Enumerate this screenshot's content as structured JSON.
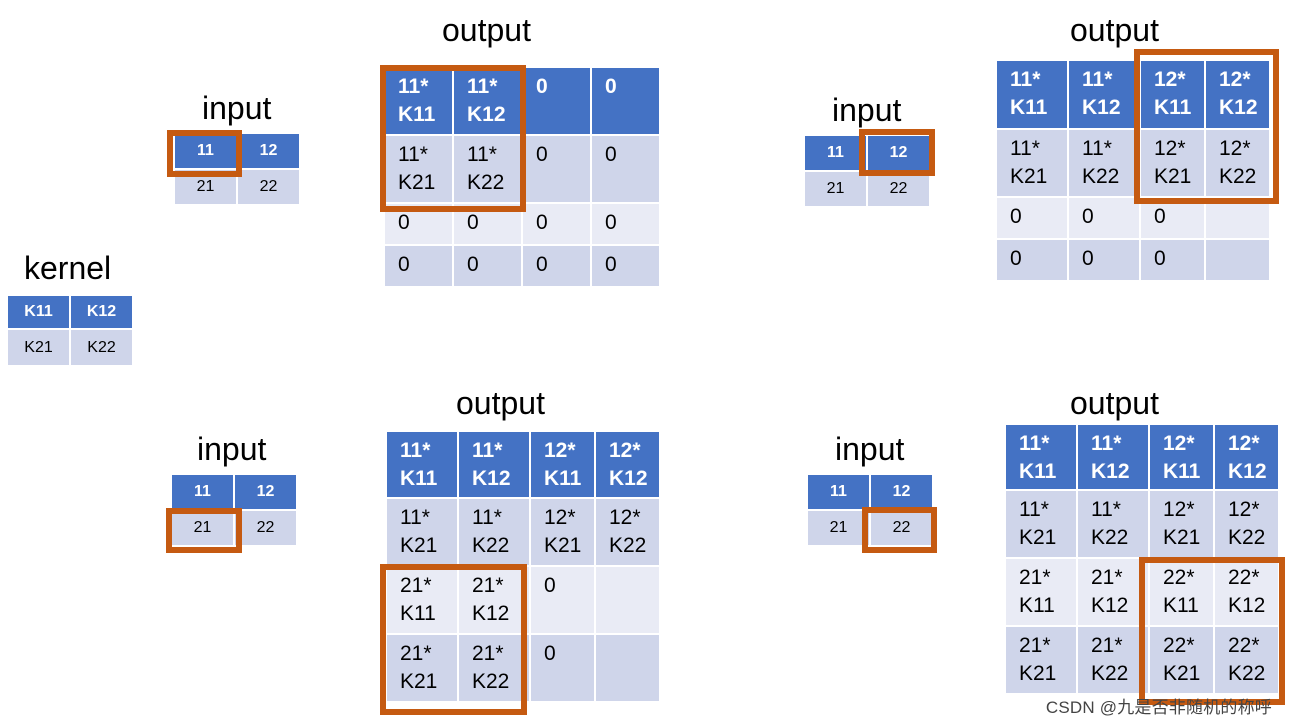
{
  "labels": {
    "kernel": "kernel",
    "input": "input",
    "output": "output"
  },
  "kernel": [
    [
      "K11",
      "K12"
    ],
    [
      "K21",
      "K22"
    ]
  ],
  "panels": [
    {
      "input": [
        [
          "11",
          "12"
        ],
        [
          "21",
          "22"
        ]
      ],
      "output": [
        [
          "11*\nK11",
          "11*\nK12",
          "0",
          "0"
        ],
        [
          "11*\nK21",
          "11*\nK22",
          "0",
          "0"
        ],
        [
          "0",
          "0",
          "0",
          "0"
        ],
        [
          "0",
          "0",
          "0",
          "0"
        ]
      ]
    },
    {
      "input": [
        [
          "11",
          "12"
        ],
        [
          "21",
          "22"
        ]
      ],
      "output": [
        [
          "11*\nK11",
          "11*\nK12",
          "12*\nK11",
          "12*\nK12"
        ],
        [
          "11*\nK21",
          "11*\nK22",
          "12*\nK21",
          "12*\nK22"
        ],
        [
          "0",
          "0",
          "0",
          ""
        ],
        [
          "0",
          "0",
          "0",
          ""
        ]
      ]
    },
    {
      "input": [
        [
          "11",
          "12"
        ],
        [
          "21",
          "22"
        ]
      ],
      "output": [
        [
          "11*\nK11",
          "11*\nK12",
          "12*\nK11",
          "12*\nK12"
        ],
        [
          "11*\nK21",
          "11*\nK22",
          "12*\nK21",
          "12*\nK22"
        ],
        [
          "21*\nK11",
          "21*\nK12",
          "0",
          ""
        ],
        [
          "21*\nK21",
          "21*\nK22",
          "0",
          ""
        ]
      ]
    },
    {
      "input": [
        [
          "11",
          "12"
        ],
        [
          "21",
          "22"
        ]
      ],
      "output": [
        [
          "11*\nK11",
          "11*\nK12",
          "12*\nK11",
          "12*\nK12"
        ],
        [
          "11*\nK21",
          "11*\nK22",
          "12*\nK21",
          "12*\nK22"
        ],
        [
          "21*\nK11",
          "21*\nK12",
          "22*\nK11",
          "22*\nK12"
        ],
        [
          "21*\nK21",
          "21*\nK22",
          "22*\nK21",
          "22*\nK22"
        ]
      ]
    }
  ],
  "colors": {
    "header": "#4472c4",
    "row_even": "#cfd5ea",
    "row_odd": "#e9ebf5",
    "highlight": "#c55a11"
  },
  "watermark": "CSDN @九是否非随机的称呼"
}
